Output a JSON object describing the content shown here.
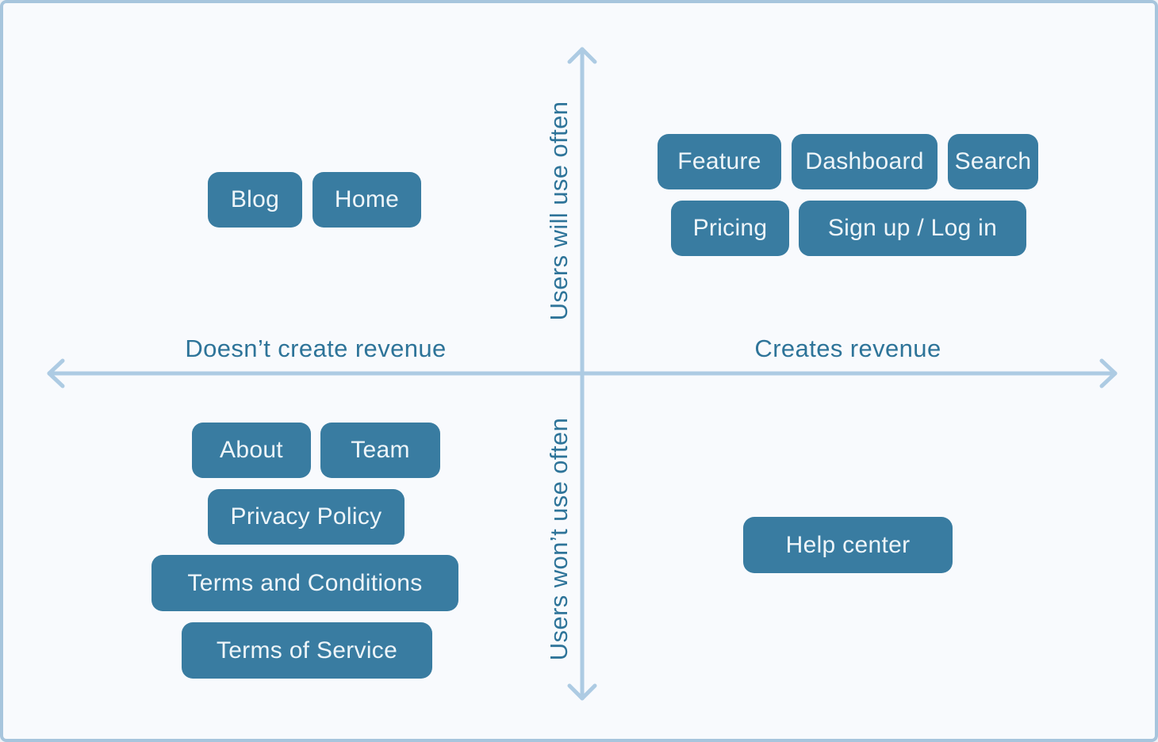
{
  "matrix": {
    "x_axis": {
      "left_label": "Doesn’t create revenue",
      "right_label": "Creates revenue"
    },
    "y_axis": {
      "top_label": "Users will use often",
      "bottom_label": "Users won’t use often"
    }
  },
  "quadrants": {
    "top_left": {
      "description": "Users will use often / Doesn’t create revenue",
      "items": [
        {
          "label": "Blog"
        },
        {
          "label": "Home"
        }
      ]
    },
    "top_right": {
      "description": "Users will use often / Creates revenue",
      "items": [
        {
          "label": "Feature"
        },
        {
          "label": "Dashboard"
        },
        {
          "label": "Search"
        },
        {
          "label": "Pricing"
        },
        {
          "label": "Sign up / Log in"
        }
      ]
    },
    "bottom_left": {
      "description": "Users won’t use often / Doesn’t create revenue",
      "items": [
        {
          "label": "About"
        },
        {
          "label": "Team"
        },
        {
          "label": "Privacy Policy"
        },
        {
          "label": "Terms and Conditions"
        },
        {
          "label": "Terms of Service"
        }
      ]
    },
    "bottom_right": {
      "description": "Users won’t use often / Creates revenue",
      "items": [
        {
          "label": "Help center"
        }
      ]
    }
  },
  "colors": {
    "node_fill": "#397ca1",
    "node_text": "#eef5f9",
    "axis_line": "#adcbe3",
    "axis_label_text": "#2e7499",
    "background": "#f8fafd",
    "frame_border": "#a7c5dd"
  }
}
